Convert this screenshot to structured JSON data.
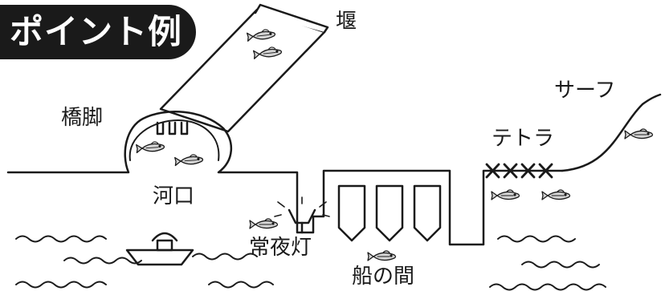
{
  "title": "ポイント例",
  "labels": {
    "weir": "堰",
    "bridge_pier": "橋脚",
    "river_mouth": "河口",
    "night_light": "常夜灯",
    "between_boats": "船の間",
    "tetrapod": "テトラ",
    "surf": "サーフ"
  },
  "colors": {
    "ink": "#1a1a1a",
    "fish_fill": "#d4d4d4",
    "badge_bg": "#1a1a1a",
    "badge_text": "#ffffff"
  },
  "icons": [
    "fish-icon",
    "boat-icon",
    "night-light-icon",
    "tetrapod-icon",
    "wave-icon"
  ]
}
